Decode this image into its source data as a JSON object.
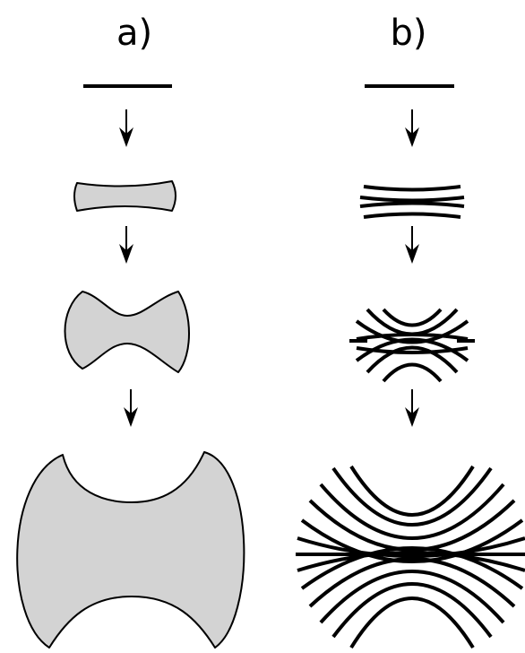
{
  "panels": [
    {
      "id": "a",
      "label": "a)"
    },
    {
      "id": "b",
      "label": "b)"
    }
  ],
  "colors": {
    "shape_fill": "#d3d3d3",
    "stroke": "#000000",
    "background": "#ffffff"
  }
}
